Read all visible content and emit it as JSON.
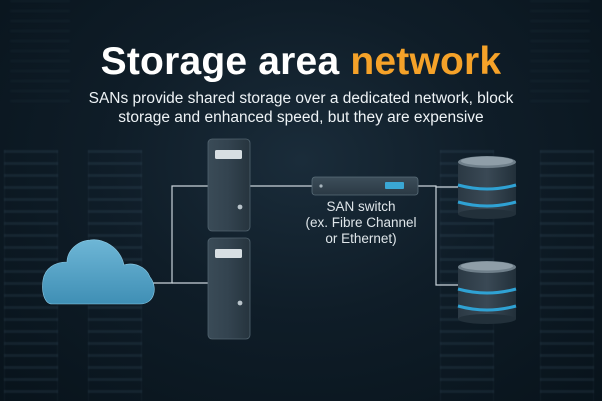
{
  "title": {
    "part1": "Storage area",
    "part2": "network"
  },
  "subtitle": {
    "line1": "SANs provide shared storage over a dedicated network, block",
    "line2": "storage and enhanced speed, but they are expensive"
  },
  "switch": {
    "line1": "SAN switch",
    "line2": "(ex. Fibre Channel",
    "line3": "or Ethernet)"
  },
  "colors": {
    "title_accent": "#f5a229",
    "cloud": "#5ba6c8",
    "storage_glow": "#39a8d6",
    "line": "#c9d3da"
  },
  "icons": [
    "cloud-icon",
    "server-icon",
    "network-switch-icon",
    "database-icon"
  ]
}
